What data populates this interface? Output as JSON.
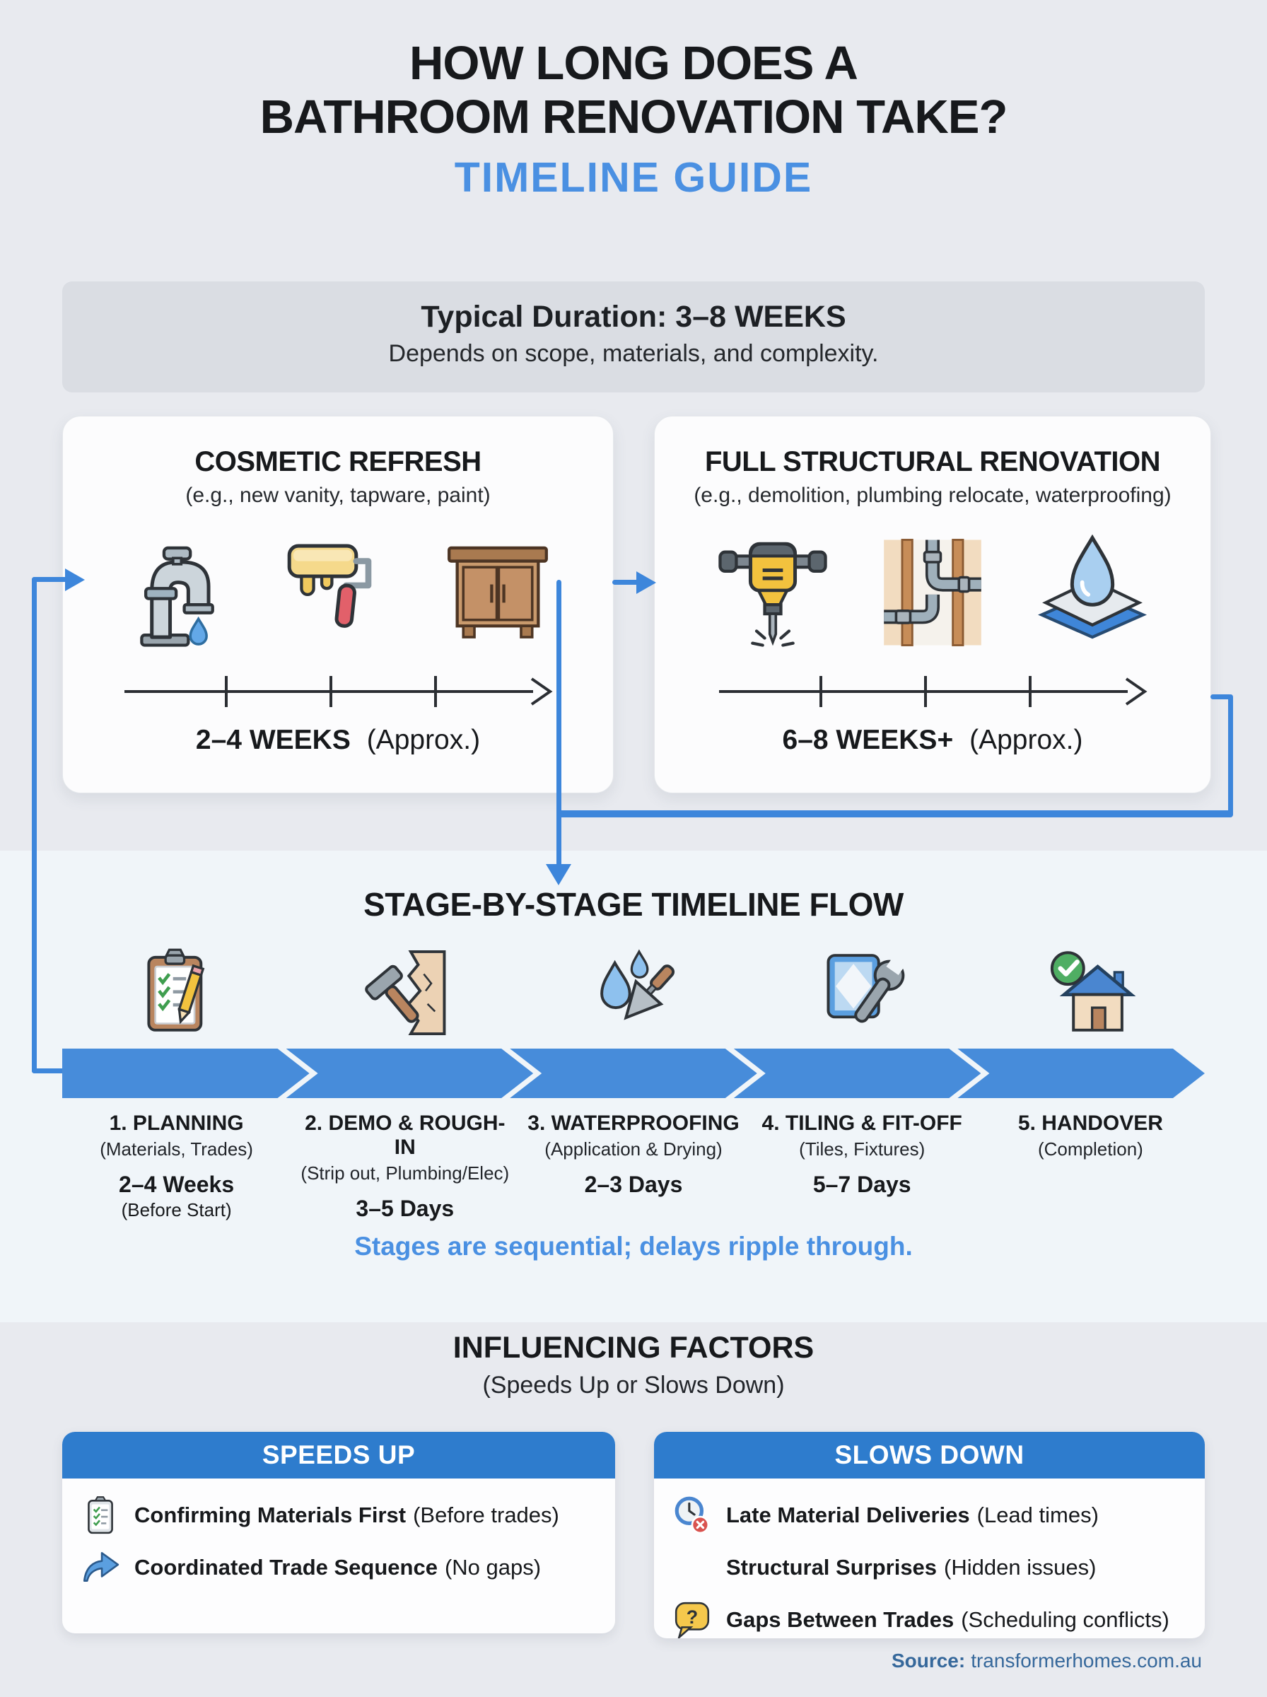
{
  "header": {
    "title_line1": "HOW LONG DOES A",
    "title_line2": "BATHROOM RENOVATION TAKE?",
    "subtitle": "TIMELINE GUIDE"
  },
  "banner": {
    "title": "Typical Duration: 3–8 WEEKS",
    "subtitle": "Depends on scope, materials, and complexity."
  },
  "scenarios": {
    "cosmetic": {
      "title": "COSMETIC REFRESH",
      "subtitle": "(e.g., new vanity, tapware, paint)",
      "duration": "2–4 WEEKS",
      "duration_note": "(Approx.)",
      "icons": [
        "faucet-icon",
        "paint-roller-icon",
        "vanity-cabinet-icon"
      ]
    },
    "structural": {
      "title": "FULL STRUCTURAL RENOVATION",
      "subtitle": "(e.g., demolition, plumbing relocate, waterproofing)",
      "duration": "6–8 WEEKS+",
      "duration_note": "(Approx.)",
      "icons": [
        "jackhammer-icon",
        "wall-pipes-icon",
        "waterproof-layers-icon"
      ]
    }
  },
  "stage_flow": {
    "heading": "STAGE-BY-STAGE TIMELINE FLOW",
    "stages": [
      {
        "name": "1. PLANNING",
        "detail": "(Materials, Trades)",
        "duration": "2–4 Weeks",
        "note": "(Before Start)",
        "icon": "clipboard-checklist-icon"
      },
      {
        "name": "2. DEMO & ROUGH-IN",
        "detail": "(Strip out, Plumbing/Elec)",
        "duration": "3–5 Days",
        "note": "",
        "icon": "hammer-demolition-icon"
      },
      {
        "name": "3. WATERPROOFING",
        "detail": "(Application & Drying)",
        "duration": "2–3 Days",
        "note": "",
        "icon": "waterproofing-trowel-icon"
      },
      {
        "name": "4. TILING & FIT-OFF",
        "detail": "(Tiles, Fixtures)",
        "duration": "5–7 Days",
        "note": "",
        "icon": "tile-wrench-icon"
      },
      {
        "name": "5. HANDOVER",
        "detail": "(Completion)",
        "duration": "",
        "note": "",
        "icon": "house-check-icon"
      }
    ],
    "footnote": "Stages are sequential; delays ripple through."
  },
  "factors": {
    "heading": "INFLUENCING FACTORS",
    "subheading": "(Speeds Up or Slows Down)",
    "speeds_up": {
      "header": "SPEEDS UP",
      "items": [
        {
          "label": "Confirming Materials First",
          "note": "(Before trades)",
          "icon": "materials-checklist-icon"
        },
        {
          "label": "Coordinated Trade Sequence",
          "note": "(No gaps)",
          "icon": "forward-arrow-icon"
        }
      ]
    },
    "slows_down": {
      "header": "SLOWS DOWN",
      "items": [
        {
          "label": "Late Material Deliveries",
          "note": "(Lead times)",
          "icon": "late-clock-icon"
        },
        {
          "label": "Structural Surprises",
          "note": "(Hidden issues)",
          "icon": ""
        },
        {
          "label": "Gaps Between Trades",
          "note": "(Scheduling conflicts)",
          "icon": "question-bubble-icon"
        }
      ]
    }
  },
  "footer": {
    "source_label": "Source:",
    "source_value": "transformerhomes.com.au"
  },
  "colors": {
    "page_bg": "#e8eaef",
    "stage_section_bg": "#f0f5f9",
    "banner_gray": "#dadde3",
    "connector_blue": "#3d86db",
    "chevron_blue": "#478cda",
    "factor_header_blue": "#2e7ccd",
    "heading_blue": "#4a90e2",
    "source_blue": "#36689b"
  }
}
